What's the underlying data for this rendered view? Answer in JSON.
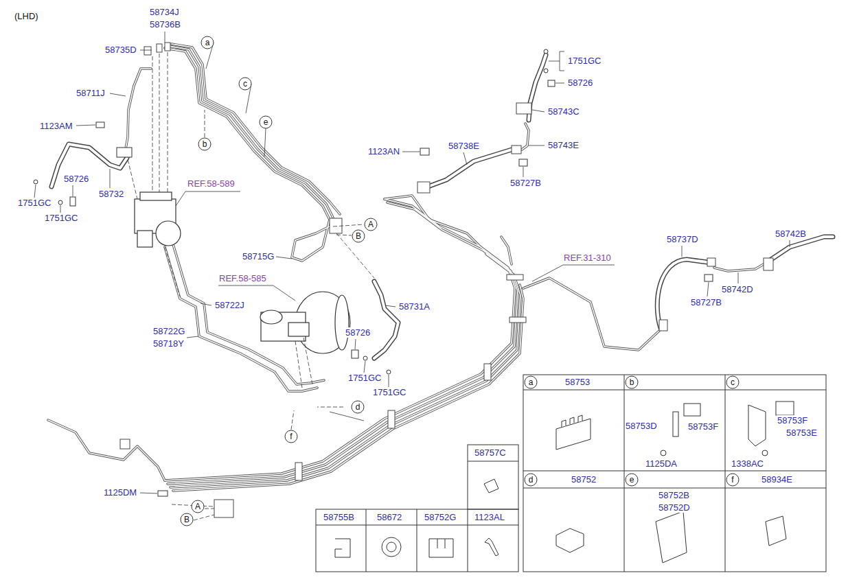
{
  "diagram": {
    "title": "(LHD)",
    "nodes": [
      {
        "text": [
          "a"
        ]
      },
      {
        "text": [
          "c"
        ]
      },
      {
        "text": [
          "e"
        ]
      },
      {
        "text": [
          "b"
        ]
      },
      {
        "text": [
          "A"
        ]
      },
      {
        "text": [
          "B"
        ]
      },
      {
        "text": [
          "d"
        ]
      },
      {
        "text": [
          "f"
        ]
      },
      {
        "text": [
          "A"
        ]
      },
      {
        "text": [
          "B"
        ]
      },
      {
        "text": [
          "a"
        ]
      },
      {
        "text": [
          "b"
        ]
      },
      {
        "text": [
          "c"
        ]
      },
      {
        "text": [
          "d"
        ]
      },
      {
        "text": [
          "e"
        ]
      },
      {
        "text": [
          "f"
        ]
      }
    ],
    "labels": [
      "58734J",
      "58736B",
      "58735D",
      "58711J",
      "1123AM",
      "58726",
      "1751GC",
      "58732",
      "1751GC",
      "REF.58-589",
      "58715G",
      "REF.58-585",
      "58722J",
      "58722G",
      "58718Y",
      "58731A",
      "58726",
      "1751GC",
      "1751GC",
      "1123AN",
      "58738E",
      "1751GC",
      "58726",
      "58743C",
      "58743E",
      "58727B",
      "REF.31-310",
      "58737D",
      "58742B",
      "58742D",
      "58727B",
      "1125DM",
      "58753",
      "58753D",
      "58753F",
      "1125DA",
      "58753F",
      "58753E",
      "1338AC",
      "58752",
      "58752B",
      "58752D",
      "58934E",
      "58757C",
      "58755B",
      "58672",
      "58752G",
      "1123AL"
    ]
  }
}
